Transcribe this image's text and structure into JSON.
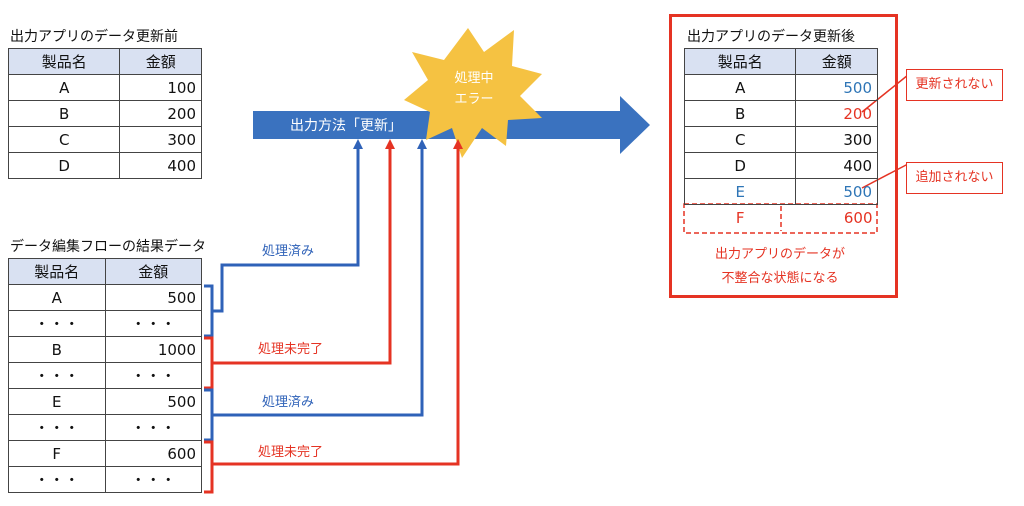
{
  "input_table": {
    "caption": "出力アプリのデータ更新前",
    "headers": [
      "製品名",
      "金額"
    ],
    "rows": [
      [
        "A",
        "100"
      ],
      [
        "B",
        "200"
      ],
      [
        "C",
        "300"
      ],
      [
        "D",
        "400"
      ]
    ]
  },
  "flow_table": {
    "caption": "データ編集フローの結果データ",
    "headers": [
      "製品名",
      "金額"
    ],
    "rows": [
      [
        "A",
        "500"
      ],
      [
        "・・・",
        "・・・"
      ],
      [
        "B",
        "1000"
      ],
      [
        "・・・",
        "・・・"
      ],
      [
        "E",
        "500"
      ],
      [
        "・・・",
        "・・・"
      ],
      [
        "F",
        "600"
      ],
      [
        "・・・",
        "・・・"
      ]
    ]
  },
  "output_table": {
    "caption": "出力アプリのデータ更新後",
    "headers": [
      "製品名",
      "金額"
    ],
    "rows": [
      [
        "A",
        "500"
      ],
      [
        "B",
        "200"
      ],
      [
        "C",
        "300"
      ],
      [
        "D",
        "400"
      ],
      [
        "E",
        "500"
      ],
      [
        "F",
        "600"
      ]
    ]
  },
  "arrow_label": "出力方法「更新」",
  "burst": {
    "line1": "処理中",
    "line2": "エラー"
  },
  "labels": {
    "done_1": "処理済み",
    "pending_1": "処理未完了",
    "done_2": "処理済み",
    "pending_2": "処理未完了"
  },
  "callouts": {
    "not_updated": "更新されない",
    "not_added": "追加されない"
  },
  "inconsistency_note": {
    "line1": "出力アプリのデータが",
    "line2": "不整合な状態になる"
  },
  "colors": {
    "blue": "#2f62b8",
    "red": "#e53323",
    "arrow": "#3a72bf",
    "burst": "#f5c242",
    "header": "#d9e1f2"
  }
}
